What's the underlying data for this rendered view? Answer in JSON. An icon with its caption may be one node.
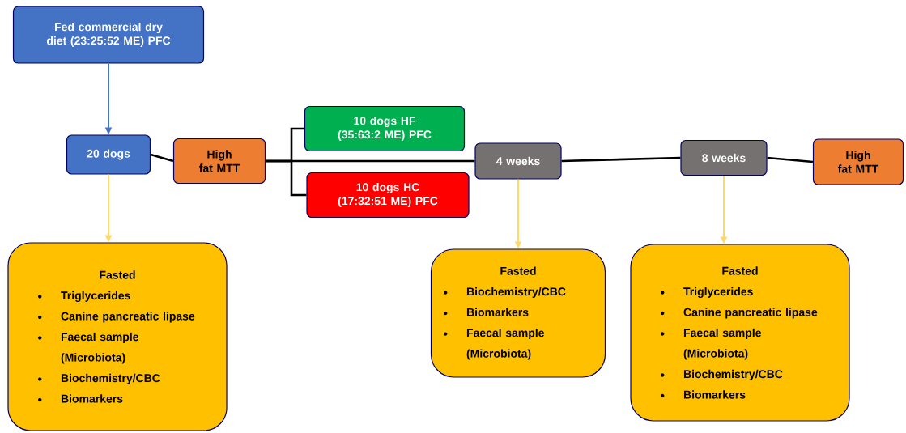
{
  "diagram": {
    "nodes": [
      {
        "text": [
          "Fed commercial dry diet (23:25:52 ME) PFC"
        ]
      },
      {
        "text": [
          "20 dogs"
        ]
      },
      {
        "text": [
          "High fat MTT"
        ]
      },
      {
        "text": [
          "10 dogs HF (35:63:2 ME) PFC"
        ]
      },
      {
        "text": [
          "10 dogs HC (17:32:51 ME) PFC"
        ]
      },
      {
        "text": [
          "4 weeks"
        ]
      },
      {
        "text": [
          "8 weeks"
        ]
      },
      {
        "text": [
          "High fat MTT"
        ]
      },
      {
        "text": [
          "Fasted",
          "Triglycerides",
          "Canine pancreatic lipase",
          "Faecal sample (Microbiota)",
          "Biochemistry/CBC",
          "Biomarkers"
        ]
      },
      {
        "text": [
          "Fasted",
          "Biochemistry/CBC",
          "Biomarkers",
          "Faecal sample (Microbiota)"
        ]
      },
      {
        "text": [
          "Fasted",
          "Triglycerides",
          "Canine pancreatic lipase",
          "Faecal sample (Microbiota)",
          "Biochemistry/CBC",
          "Biomarkers"
        ]
      }
    ],
    "edges": [
      {
        "from": 0,
        "to": 1,
        "arrow": "to",
        "color": "#4472c4"
      },
      {
        "from": 1,
        "to": 2,
        "arrow": "none"
      },
      {
        "from": 2,
        "to": 3,
        "arrow": "none"
      },
      {
        "from": 2,
        "to": 4,
        "arrow": "none"
      },
      {
        "from": 2,
        "to": 5,
        "arrow": "none"
      },
      {
        "from": 5,
        "to": 6,
        "arrow": "none"
      },
      {
        "from": 6,
        "to": 7,
        "arrow": "none"
      },
      {
        "from": 1,
        "to": 8,
        "arrow": "to",
        "color": "#ffd966"
      },
      {
        "from": 5,
        "to": 9,
        "arrow": "to",
        "color": "#ffd966"
      },
      {
        "from": 6,
        "to": 10,
        "arrow": "to",
        "color": "#ffd966"
      }
    ]
  }
}
